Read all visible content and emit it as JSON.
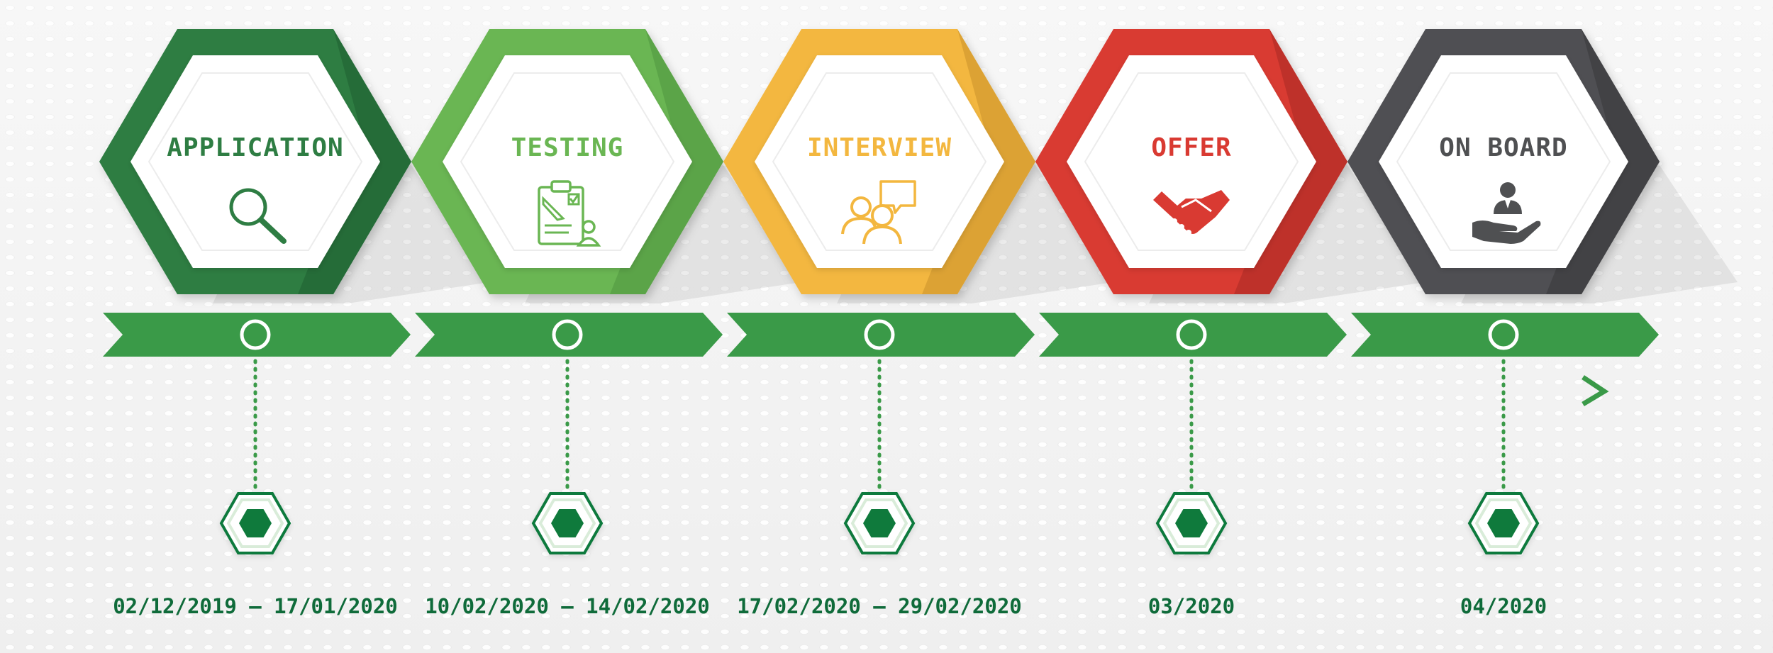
{
  "colors": {
    "background": "#f2f2f2",
    "timeline_green": "#3a9a48",
    "marker_green": "#0f7a3c",
    "date_text": "#0f6b3a"
  },
  "stages": [
    {
      "title": "APPLICATION",
      "icon": "magnifier-icon",
      "color": "#2e7d43",
      "color_dark": "#1f5f31",
      "date": "02/12/2019 – 17/01/2020"
    },
    {
      "title": "TESTING",
      "icon": "clipboard-test-icon",
      "color": "#6ab653",
      "color_dark": "#4f9640",
      "date": "10/02/2020 – 14/02/2020"
    },
    {
      "title": "INTERVIEW",
      "icon": "interview-people-icon",
      "color": "#f3b73f",
      "color_dark": "#c8912a",
      "date": "17/02/2020 – 29/02/2020"
    },
    {
      "title": "OFFER",
      "icon": "handshake-icon",
      "color": "#d93a32",
      "color_dark": "#a82a24",
      "date": "03/2020"
    },
    {
      "title": "ON BOARD",
      "icon": "onboard-person-hand-icon",
      "color": "#4f5052",
      "color_dark": "#38393b",
      "date": "04/2020"
    }
  ]
}
